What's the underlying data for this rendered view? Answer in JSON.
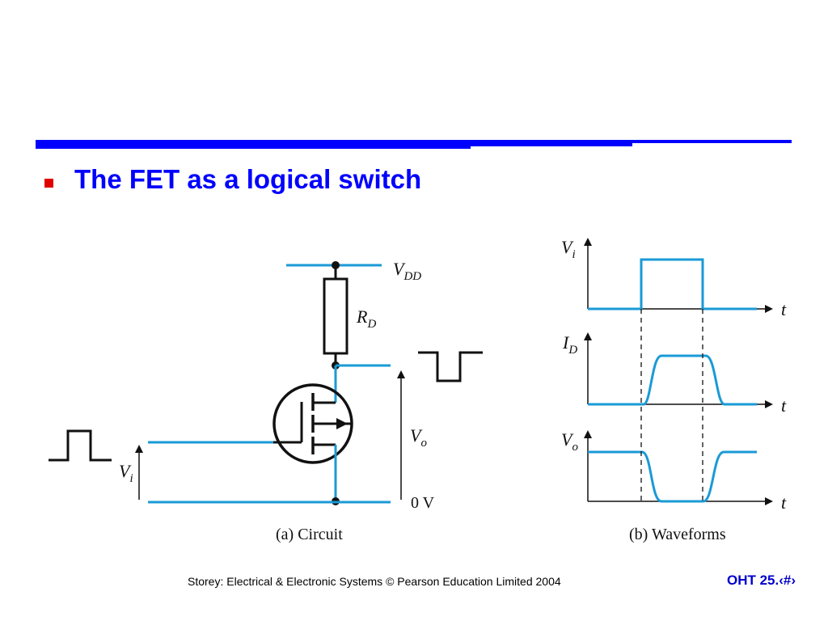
{
  "slide": {
    "title": "The FET as a logical switch",
    "footer": "Storey: Electrical & Electronic Systems © Pearson Education Limited 2004",
    "page_number": "OHT 25.‹#›"
  },
  "colors": {
    "accent": "#0000ff",
    "bullet": "#e00000",
    "wire": "#1a9ad6",
    "ink": "#111111"
  },
  "circuit": {
    "caption": "(a) Circuit",
    "vdd_main": "V",
    "vdd_sub": "DD",
    "rd_main": "R",
    "rd_sub": "D",
    "vo_main": "V",
    "vo_sub": "o",
    "vi_main": "V",
    "vi_sub": "i",
    "ground_label": "0 V"
  },
  "waveforms": {
    "caption": "(b) Waveforms",
    "time_label": "t",
    "vi_main": "V",
    "vi_sub": "i",
    "id_main": "I",
    "id_sub": "D",
    "vo_main": "V",
    "vo_sub": "o"
  }
}
